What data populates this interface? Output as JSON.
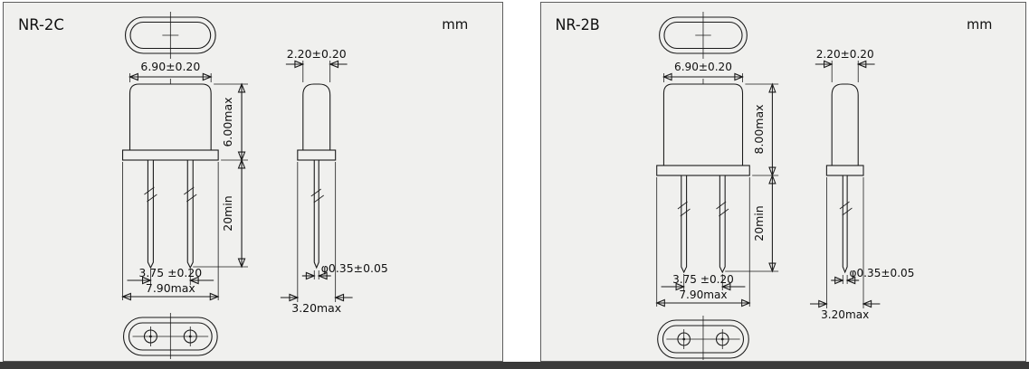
{
  "panels": [
    {
      "title": "NR-2C",
      "unit": "mm",
      "dims": {
        "body_width": "6.90±0.20",
        "top_width": "2.20±0.20",
        "body_height": "6.00max",
        "lead_length": "20min",
        "lead_spacing": "3.75 ±0.20",
        "base_width": "7.90max",
        "lead_diameter": "φ0.35±0.05",
        "side_base_width": "3.20max"
      }
    },
    {
      "title": "NR-2B",
      "unit": "mm",
      "dims": {
        "body_width": "6.90±0.20",
        "top_width": "2.20±0.20",
        "body_height": "8.00max",
        "lead_length": "20min",
        "lead_spacing": "3.75 ±0.20",
        "base_width": "7.90max",
        "lead_diameter": "φ0.35±0.05",
        "side_base_width": "3.20max"
      }
    }
  ]
}
